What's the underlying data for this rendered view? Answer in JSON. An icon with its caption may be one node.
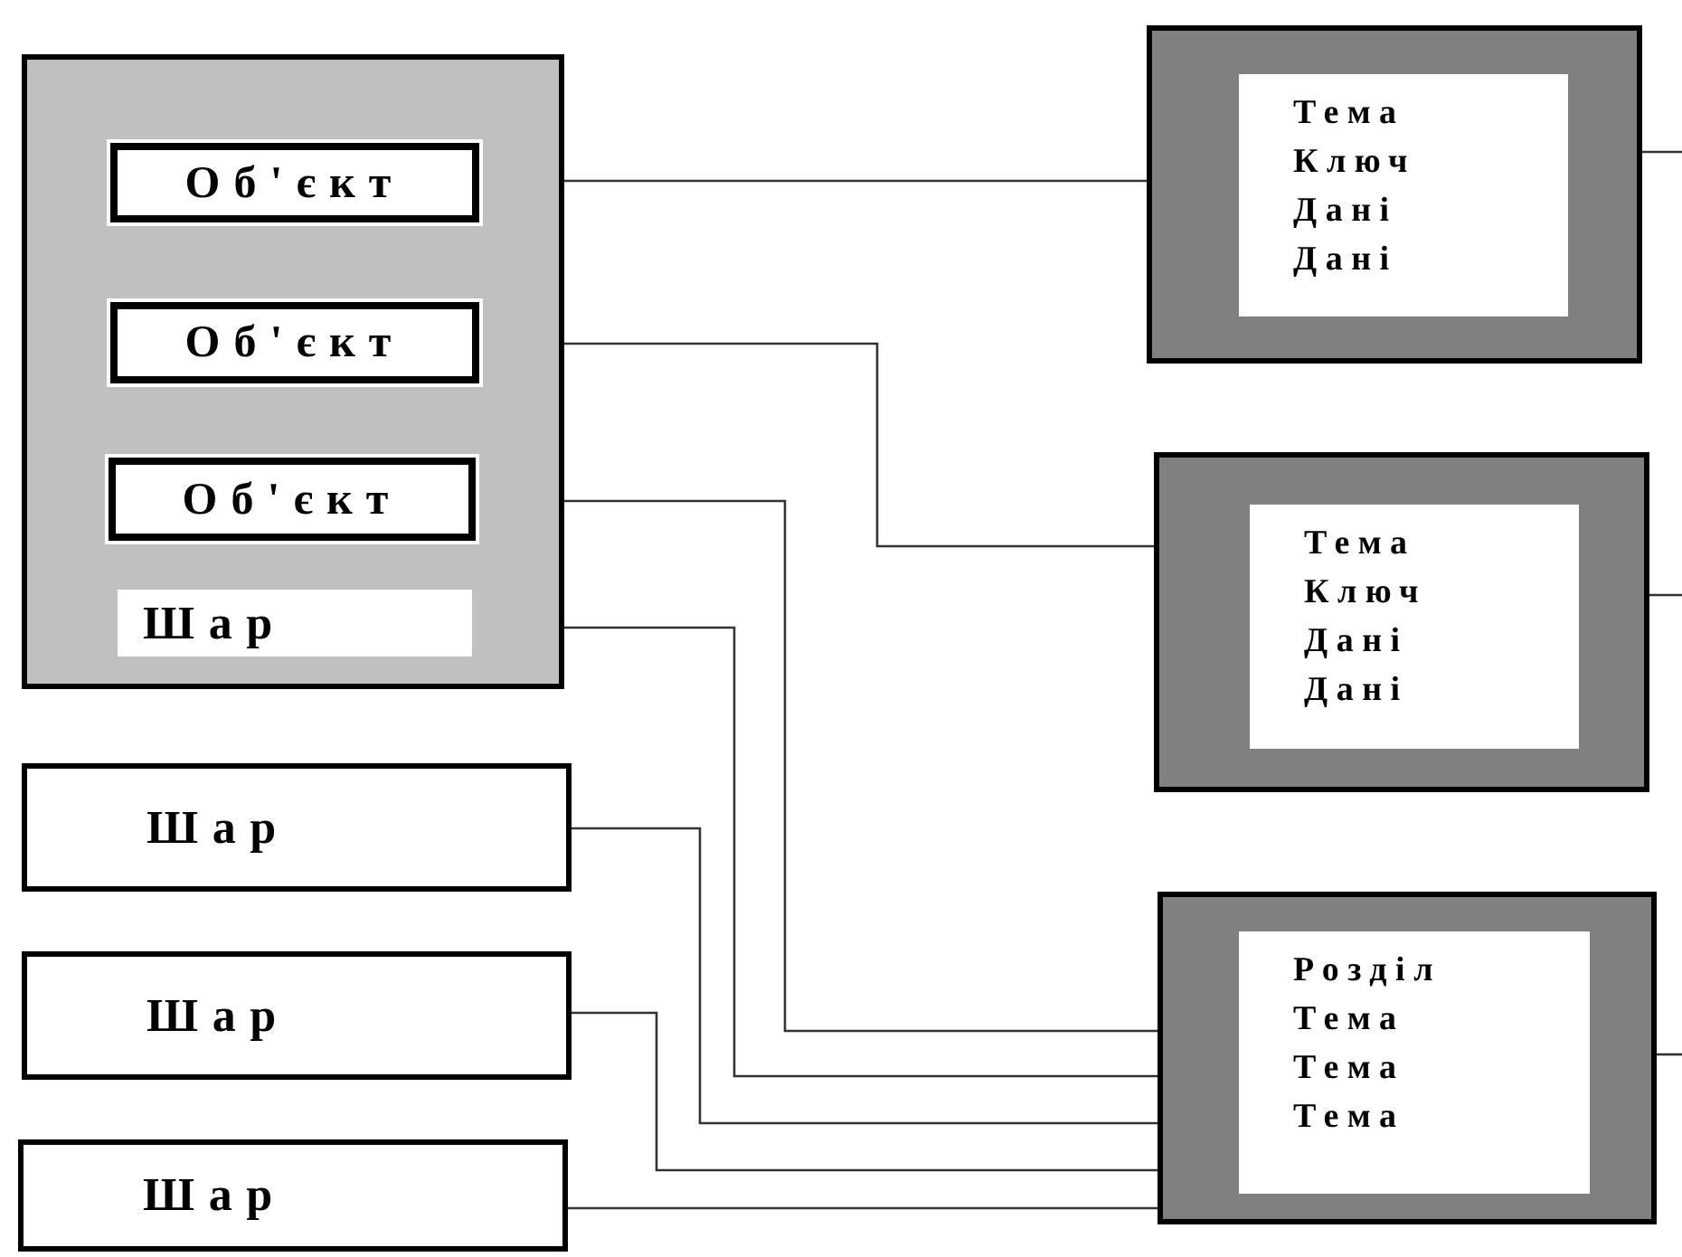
{
  "diagram": {
    "nodes": [
      {
        "text": [],
        "shape": "box"
      },
      {
        "text": [
          "Об'єкт"
        ],
        "in": 0
      },
      {
        "text": [
          "Об'єкт"
        ],
        "in": 0
      },
      {
        "text": [
          "Об'єкт"
        ],
        "in": 0
      },
      {
        "text": [
          "Шар"
        ],
        "in": 0
      },
      {
        "text": [
          "Шар"
        ]
      },
      {
        "text": [
          "Шар"
        ]
      },
      {
        "text": [
          "Шар"
        ]
      },
      {
        "text": [
          "Тема",
          "Ключ",
          "Дані",
          "Дані"
        ]
      },
      {
        "text": [
          "Тема",
          "Ключ",
          "Дані",
          "Дані"
        ]
      },
      {
        "text": [
          "Розділ",
          "Тема",
          "Тема",
          "Тема"
        ]
      }
    ],
    "edges": [
      {
        "from": 1,
        "to": 8,
        "arrow": "none"
      },
      {
        "from": 2,
        "to": 9,
        "arrow": "none"
      },
      {
        "from": 3,
        "to": 10,
        "arrow": "none"
      },
      {
        "from": 4,
        "to": 10,
        "arrow": "none"
      },
      {
        "from": 5,
        "to": 10,
        "arrow": "none"
      },
      {
        "from": 6,
        "to": 10,
        "arrow": "none"
      },
      {
        "from": 7,
        "to": 10,
        "arrow": "none"
      },
      {
        "from": 8,
        "to": null,
        "arrow": "none"
      },
      {
        "from": 9,
        "to": null,
        "arrow": "none"
      },
      {
        "from": 10,
        "to": null,
        "arrow": "none"
      }
    ]
  }
}
